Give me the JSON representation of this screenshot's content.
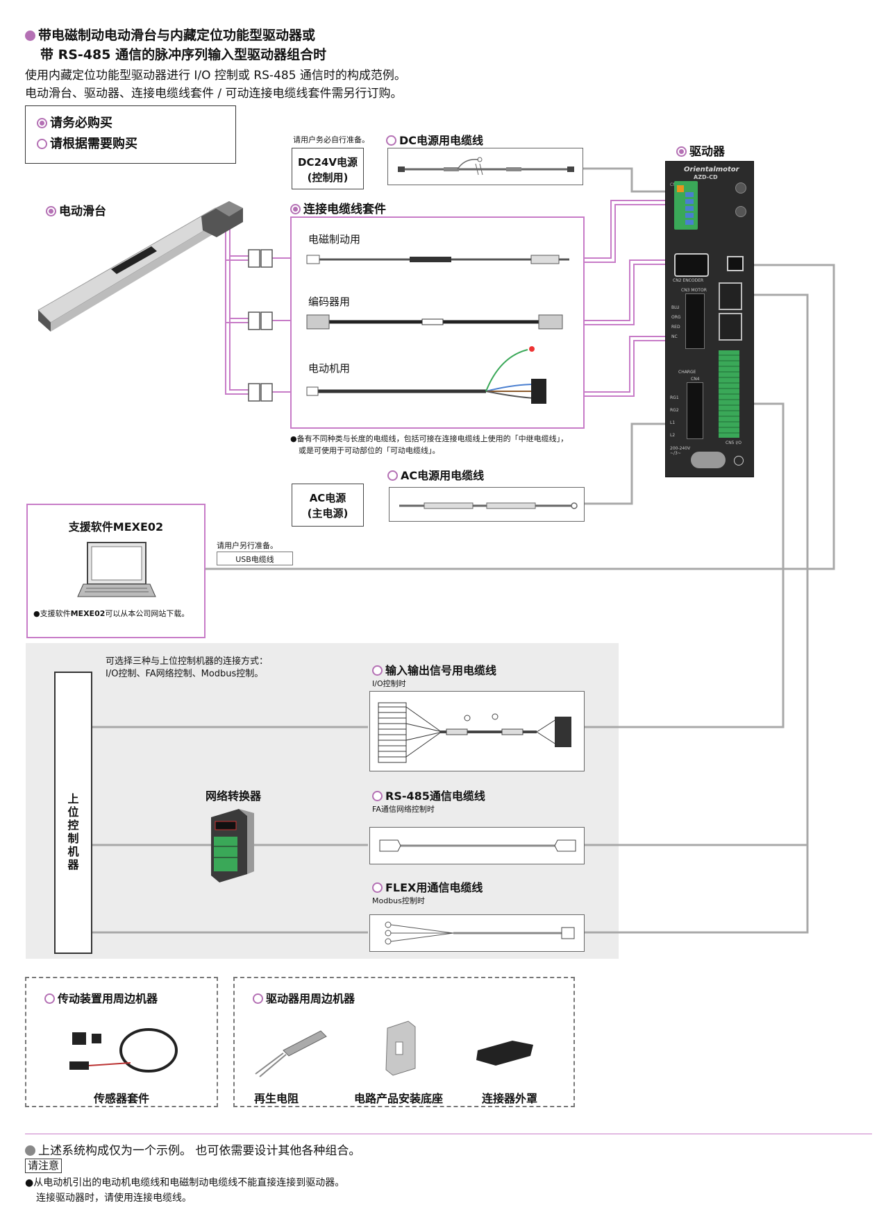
{
  "header": {
    "title_line1": "带电磁制动电动滑台与内藏定位功能型驱动器或",
    "title_line2": "带 RS-485 通信的脉冲序列输入型驱动器组合时",
    "desc_line1": "使用内藏定位功能型驱动器进行 I/O 控制或 RS-485 通信时的构成范例。",
    "desc_line2": "电动滑台、驱动器、连接电缆线套件 / 可动连接电缆线套件需另行订购。"
  },
  "legend": {
    "required": "请务必购买",
    "optional": "请根据需要购买"
  },
  "dc_power": {
    "note": "请用户务必自行准备。",
    "box_line1": "DC24V电源",
    "box_line2": "(控制用)",
    "cable_label": "DC电源用电缆线"
  },
  "slider": {
    "label": "电动滑台"
  },
  "driver": {
    "label": "驱动器",
    "brand": "Orientalmotor",
    "model": "AZD-CD",
    "port_labels": {
      "cn1": "CN1",
      "cn2": "CN2 ENCODER",
      "cn3": "CN3 MOTOR",
      "cn4": "CN4",
      "cn5": "CN5 I/O",
      "charge": "CHARGE",
      "voltage": "200-240V ~/3~",
      "motor_pins": [
        "BLU",
        "ORG",
        "RED",
        "NC"
      ],
      "regen_pins": [
        "RG1",
        "RG2",
        "L1",
        "L2"
      ]
    }
  },
  "kit": {
    "label": "连接电缆线套件",
    "items": [
      {
        "label": "电磁制动用"
      },
      {
        "label": "编码器用"
      },
      {
        "label": "电动机用"
      }
    ],
    "note_line1": "●备有不同种类与长度的电缆线，包括可接在连接电缆线上使用的「中继电缆线」，",
    "note_line2": "或是可使用于可动部位的「可动电缆线」。"
  },
  "ac_power": {
    "box_line1": "AC电源",
    "box_line2": "(主电源)",
    "cable_label": "AC电源用电缆线"
  },
  "software": {
    "title": "支援软件MEXE02",
    "note_prefix": "●支援软件",
    "note_bold": "MEXE02",
    "note_suffix": "可以从本公司网站下载。",
    "usb_note": "请用户另行准备。",
    "usb_label": "USB电缆线"
  },
  "host": {
    "options_line1": "可选择三种与上位控制机器的连接方式：",
    "options_line2": "I/O控制、FA网络控制、Modbus控制。",
    "label_chars": [
      "上",
      "位",
      "控",
      "制",
      "机",
      "器"
    ],
    "converter_label": "网络转换器"
  },
  "cables": {
    "io": {
      "label": "输入输出信号用电缆线",
      "sub": "I/O控制时"
    },
    "rs485": {
      "label": "RS-485通信电缆线",
      "sub": "FA通信网络控制时"
    },
    "flex": {
      "label": "FLEX用通信电缆线",
      "sub": "Modbus控制时"
    }
  },
  "peripherals": {
    "actuator": {
      "title": "传动装置用周边机器",
      "items": [
        "传感器套件"
      ]
    },
    "driver": {
      "title": "驱动器用周边机器",
      "items": [
        "再生电阻",
        "电路产品安装底座",
        "连接器外罩"
      ]
    }
  },
  "footer": {
    "example_note": "上述系统构成仅为一个示例。 也可依需要设计其他各种组合。",
    "caution_label": "请注意",
    "caution_line1": "●从电动机引出的电动机电缆线和电磁制动电缆线不能直接连接到驱动器。",
    "caution_line2": "连接驱动器时，请使用连接电缆线。"
  },
  "colors": {
    "accent": "#b470b4",
    "kit_line": "#c77bc7",
    "gray_line": "#a8a8a8",
    "host_bg": "#ececec"
  }
}
